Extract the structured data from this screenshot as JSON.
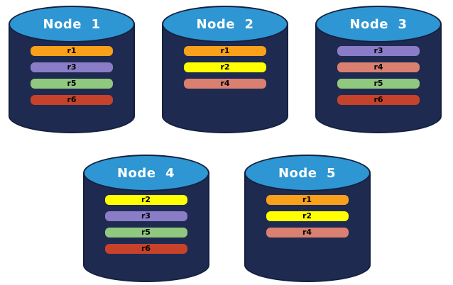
{
  "background": "#FFFFFF",
  "colors": {
    "cylinder_body": "#1F2A50",
    "cylinder_outline": "#14203F",
    "cylinder_top": "#2E96D3",
    "node_title_text": "#FFFFFF",
    "replica_label_text": "#000000"
  },
  "replica_colors": {
    "r1": "#F9A11B",
    "r2": "#FFFF00",
    "r3": "#8B7CC8",
    "r4": "#D98070",
    "r5": "#8FC87E",
    "r6": "#C7422A"
  },
  "nodes": [
    {
      "title": "Node  1",
      "replicas": [
        "r1",
        "r3",
        "r5",
        "r6"
      ]
    },
    {
      "title": "Node  2",
      "replicas": [
        "r1",
        "r2",
        "r4"
      ]
    },
    {
      "title": "Node  3",
      "replicas": [
        "r3",
        "r4",
        "r5",
        "r6"
      ]
    },
    {
      "title": "Node  4",
      "replicas": [
        "r2",
        "r3",
        "r5",
        "r6"
      ]
    },
    {
      "title": "Node  5",
      "replicas": [
        "r1",
        "r2",
        "r4"
      ]
    }
  ],
  "rows": [
    [
      0,
      1,
      2
    ],
    [
      3,
      4
    ]
  ]
}
